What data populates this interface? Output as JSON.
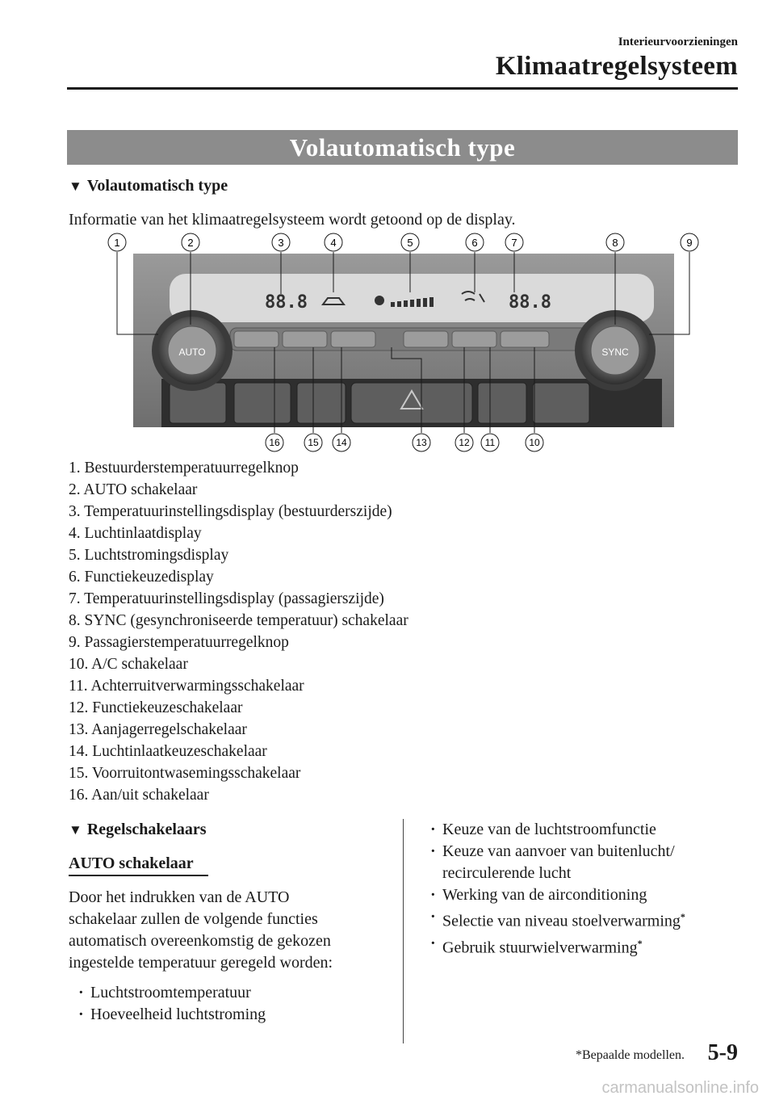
{
  "header": {
    "section": "Interieurvoorzieningen",
    "chapter": "Klimaatregelsysteem"
  },
  "banner": "Volautomatisch type",
  "section": {
    "heading_marker": "▼",
    "heading": "Volautomatisch type",
    "intro": "Informatie van het klimaatregelsysteem wordt getoond op de display."
  },
  "figure": {
    "top_callouts": [
      "1",
      "2",
      "3",
      "4",
      "5",
      "6",
      "7",
      "8",
      "9"
    ],
    "bottom_callouts": [
      "16",
      "15",
      "14",
      "13",
      "12",
      "11",
      "10"
    ],
    "knob_left_label": "AUTO",
    "knob_right_label": "SYNC",
    "display_left": "88.8",
    "display_right": "88.8",
    "colors": {
      "panel": "#8a8a8a",
      "display": "#d6d6d6",
      "knob": "#4a4a4a"
    }
  },
  "parts": [
    "1. Bestuurderstemperatuurregelknop",
    "2. AUTO schakelaar",
    "3. Temperatuurinstellingsdisplay (bestuurderszijde)",
    "4. Luchtinlaatdisplay",
    "5. Luchtstromingsdisplay",
    "6. Functiekeuzedisplay",
    "7. Temperatuurinstellingsdisplay (passagierszijde)",
    "8. SYNC (gesynchroniseerde temperatuur) schakelaar",
    "9. Passagierstemperatuurregelknop",
    "10. A/C schakelaar",
    "11. Achterruitverwarmingsschakelaar",
    "12. Functiekeuzeschakelaar",
    "13. Aanjagerregelschakelaar",
    "14. Luchtinlaatkeuzeschakelaar",
    "15. Voorruitontwasemingsschakelaar",
    "16. Aan/uit schakelaar"
  ],
  "controls": {
    "heading_marker": "▼",
    "heading": "Regelschakelaars",
    "subheading": "AUTO schakelaar",
    "paragraph": [
      "Door het indrukken van de AUTO",
      "schakelaar zullen de volgende functies",
      "automatisch overeenkomstig de gekozen",
      "ingestelde temperatuur geregeld worden:"
    ],
    "left_bullets": [
      "Luchtstroomtemperatuur",
      "Hoeveelheid luchtstroming"
    ],
    "right_bullets": [
      "Keuze van de luchtstroomfunctie",
      "Keuze van aanvoer van buitenlucht/",
      "recirculerende lucht",
      "Werking van de airconditioning",
      "Selectie van niveau stoelverwarming",
      "Gebruik stuurwielverwarming"
    ],
    "asterisk": "*"
  },
  "footer": {
    "note": "*Bepaalde modellen.",
    "page": "5-9",
    "watermark": "carmanualsonline.info"
  }
}
